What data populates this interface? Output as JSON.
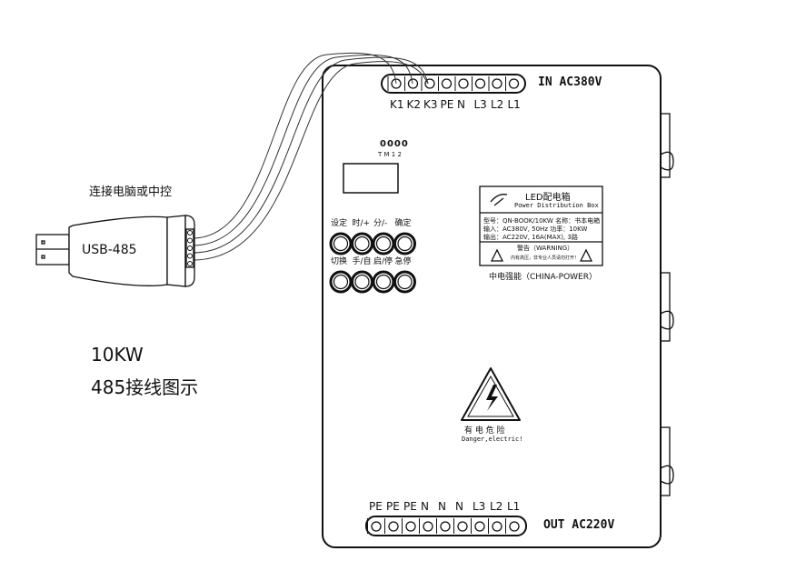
{
  "left": {
    "connect_label": "连接电脑或中控",
    "usb_label": "USB-485",
    "power": "10KW",
    "caption": "485接线图示"
  },
  "input": {
    "label": "IN AC380V",
    "terminals": [
      "K1",
      "K2",
      "K3",
      "PE",
      "N",
      "L3",
      "L2",
      "L1"
    ]
  },
  "output": {
    "label": "OUT AC220V",
    "terminals": [
      "PE",
      "PE",
      "PE",
      "N",
      "N",
      "N",
      "L3",
      "L2",
      "L1"
    ]
  },
  "controller": {
    "digits": "0000",
    "display_tag": "T M 1 2",
    "row1": [
      "设定",
      "时/+",
      "分/-",
      "确定"
    ],
    "row2": [
      "切换",
      "手/自",
      "启/停",
      "急停"
    ]
  },
  "nameplate": {
    "title": "LED配电箱",
    "subtitle": "Power Distribution Box",
    "lines": [
      "型号：QN-BOOK/10KW 名称：书本电箱",
      "输入：AC380V, 50Hz 功率：10KW",
      "输出：AC220V, 16A(MAX), 3路"
    ],
    "warning": "警告（WARNING）",
    "warning_note": "内有高压，非专业人员请勿打开！",
    "brand": "中电强能（CHINA-POWER）"
  },
  "danger": {
    "cn": "有 电 危 险",
    "en": "Danger,electric!"
  }
}
